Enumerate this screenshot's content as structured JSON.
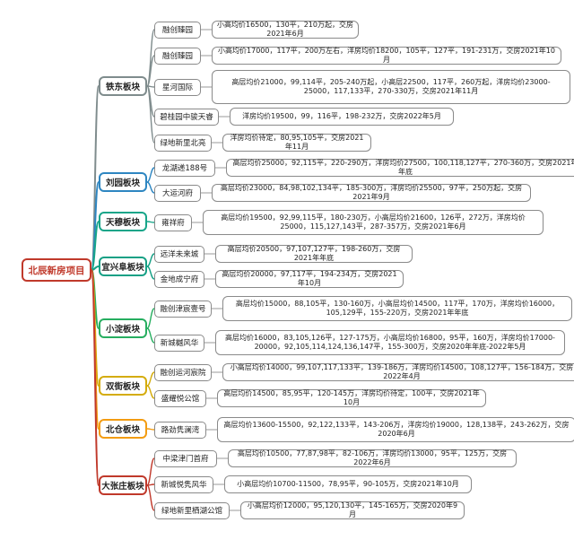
{
  "root": {
    "label": "北辰新房项目",
    "color": "#c0392b"
  },
  "districts": [
    {
      "name": "铁东板块",
      "color": "#7f8c8d",
      "projects": [
        {
          "name": "融创臻园",
          "detail": "小高均价16500，130平，210万起，交房2021年6月"
        },
        {
          "name": "融创臻园",
          "detail": "小高均价17000，117平，200万左右，洋房均价18200，105平，127平，191-231万，交房2021年10月"
        },
        {
          "name": "星河国际",
          "detail": "高层均价21000，99,114平，205-240万起，小高层22500，117平，260万起，洋房均价23000-25000，117,133平，270-330万，交房2021年11月"
        },
        {
          "name": "碧桂园中骏天睿",
          "detail": "洋房均价19500，99，116平，198-232万，交房2022年5月"
        },
        {
          "name": "绿地新里北亮",
          "detail": "洋房均价待定，80,95,105平，交房2021年11月"
        }
      ]
    },
    {
      "name": "刘园板块",
      "color": "#2e86c1",
      "projects": [
        {
          "name": "龙湖递188号",
          "detail": "高层均价25000，92,115平，220-290万，洋房均价27500，100,118,127平，270-360万，交房2021年年底"
        },
        {
          "name": "大运河府",
          "detail": "高层均价23000，84,98,102,134平，185-300万，洋房均价25500，97平，250万起，交房2021年9月"
        }
      ]
    },
    {
      "name": "天穆板块",
      "color": "#17a589",
      "projects": [
        {
          "name": "雍祥府",
          "detail": "高层均价19500，92,99,115平，180-230万，小高层均价21600，126平，272万，洋房均价25000，115,127,143平，287-357万，交房2021年6月"
        }
      ]
    },
    {
      "name": "宜兴阜板块",
      "color": "#16a085",
      "projects": [
        {
          "name": "远洋未来城",
          "detail": "高层均价20500，97,107,127平，198-260万，交房2021年年底"
        },
        {
          "name": "金地成宁府",
          "detail": "高层均价20000，97,117平，194-234万，交房2021年10月"
        }
      ]
    },
    {
      "name": "小淀板块",
      "color": "#27ae60",
      "projects": [
        {
          "name": "融创津宸壹号",
          "detail": "高层均价15000，88,105平，130-160万，小高层均价14500，117平，170万，洋房均价16000，105,129平，155-220万，交房2021年年底"
        },
        {
          "name": "新城樾风华",
          "detail": "高层均价16000，83,105,126平，127-175万，小高层均价16800，95平，160万，洋房均价17000-20000，92,105,114,124,136,147平，155-300万，交房2020年年底-2022年5月"
        }
      ]
    },
    {
      "name": "双街板块",
      "color": "#d4ac0d",
      "projects": [
        {
          "name": "融创运河宸院",
          "detail": "小高层均价14000，99,107,117,133平，139-186万，洋房均价14500，108,127平，156-184万，交房2022年4月"
        },
        {
          "name": "盛耀悦公馆",
          "detail": "高层均价14500，85,95平，120-145万，洋房均价待定，100平，交房2021年10月"
        }
      ]
    },
    {
      "name": "北仓板块",
      "color": "#f39c12",
      "projects": [
        {
          "name": "路劲隽澜湾",
          "detail": "高层均价13600-15500，92,122,133平，143-206万，洋房均价19000，128,138平，243-262万，交房2020年6月"
        }
      ]
    },
    {
      "name": "大张庄板块",
      "color": "#c0392b",
      "projects": [
        {
          "name": "中梁津门首府",
          "detail": "高层均价10500，77,87,98平，82-106万，洋房均价13000，95平，125万，交房2022年6月"
        },
        {
          "name": "新城悦隽风华",
          "detail": "小高层均价10700-11500，78,95平，90-105万，交房2021年10月"
        },
        {
          "name": "绿地新里栖湖公馆",
          "detail": "小高层均价12000，95,120,130平，145-165万，交房2020年9月"
        }
      ]
    }
  ]
}
